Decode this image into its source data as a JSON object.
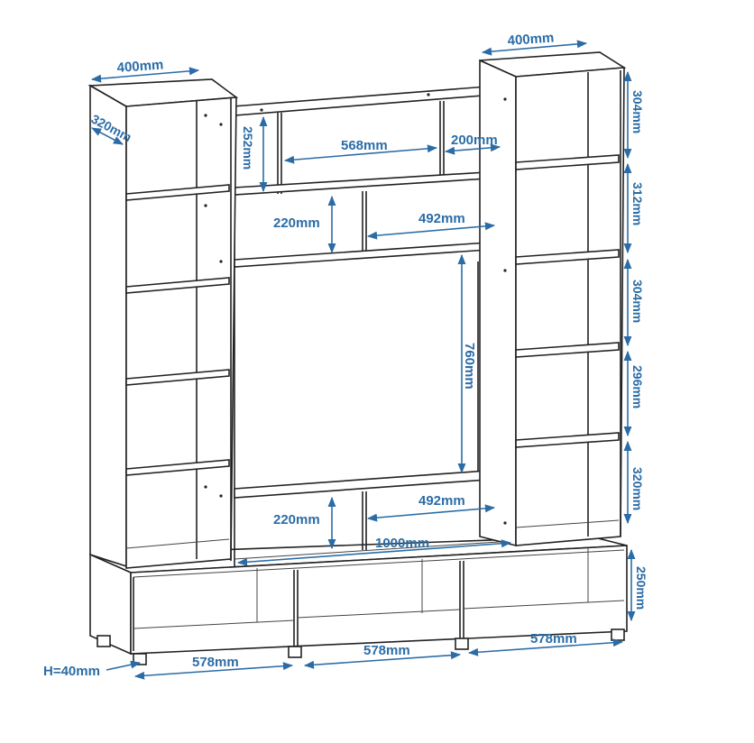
{
  "diagram": {
    "title": "Wall unit dimension drawing",
    "accent_color": "#2b6ca6",
    "left_tower": {
      "width": "400mm",
      "depth": "320mm"
    },
    "right_tower": {
      "width": "400mm",
      "heights": [
        "304mm",
        "312mm",
        "304mm",
        "296mm",
        "320mm"
      ]
    },
    "middle": {
      "top_height": "252mm",
      "top_width": "568mm",
      "top_small_width": "200mm",
      "upper_height": "220mm",
      "upper_width": "492mm",
      "tv_height": "760mm",
      "lower_height": "220mm",
      "lower_width": "492mm",
      "total_width": "1000mm"
    },
    "base": {
      "height": "250mm",
      "widths": [
        "578mm",
        "578mm",
        "578mm"
      ],
      "foot_height": "H=40mm"
    }
  }
}
